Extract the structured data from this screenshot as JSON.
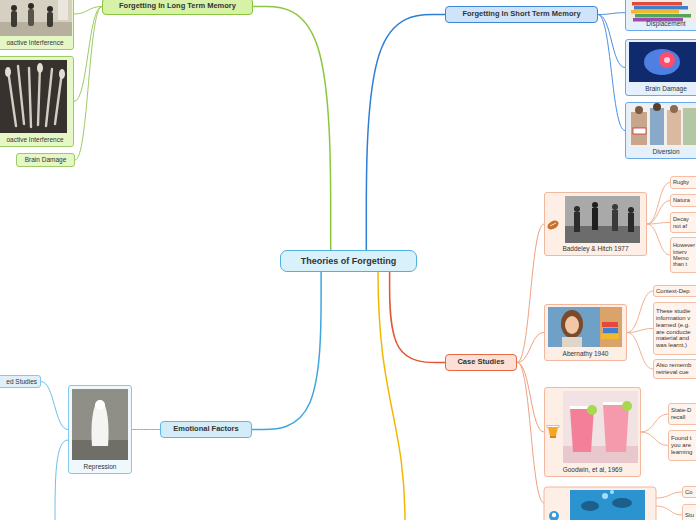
{
  "diagram": {
    "nodes": [
      {
        "text": [
          "Forgetting In Long Term Memory"
        ]
      },
      {
        "text": [
          "oactive Interference"
        ]
      },
      {
        "text": [
          "oactive Interference"
        ]
      },
      {
        "text": [
          "Brain Damage"
        ]
      },
      {
        "text": [
          "Forgetting In Short Term Memory"
        ]
      },
      {
        "text": [
          "Displacement"
        ]
      },
      {
        "text": [
          "Brain Damage"
        ]
      },
      {
        "text": [
          "Diversion"
        ]
      },
      {
        "text": [
          "Theories of Forgetting"
        ]
      },
      {
        "text": [
          "Baddeley & Hitch 1977"
        ]
      },
      {
        "text": [
          "Rugby"
        ]
      },
      {
        "text": [
          "Natura"
        ]
      },
      {
        "text": [
          "Decay not af"
        ]
      },
      {
        "text": [
          "However interv Memo than t"
        ]
      },
      {
        "text": [
          "Context-Dep"
        ]
      },
      {
        "text": [
          "These studie information v learned (e.g. are conducte material and was learnt.)"
        ]
      },
      {
        "text": [
          "Abernathy 1940"
        ]
      },
      {
        "text": [
          "Also rememb retrieval cue"
        ]
      },
      {
        "text": [
          "Case Studies"
        ]
      },
      {
        "text": [
          "ed Studies"
        ]
      },
      {
        "text": [
          "Repression"
        ]
      },
      {
        "text": [
          "Emotional Factors"
        ]
      },
      {
        "text": [
          "State-D recall"
        ]
      },
      {
        "text": [
          "Goodwin, et al, 1969"
        ]
      },
      {
        "text": [
          "Found t you are learning"
        ]
      },
      {
        "text": [
          "Co"
        ]
      },
      {
        "text": [
          "Stu"
        ]
      }
    ],
    "edges": [
      {
        "from": 8,
        "to": 0,
        "arrow": "none"
      },
      {
        "from": 8,
        "to": 4,
        "arrow": "none"
      },
      {
        "from": 8,
        "to": 18,
        "arrow": "none"
      },
      {
        "from": 8,
        "to": 21,
        "arrow": "none"
      },
      {
        "from": 0,
        "to": 1,
        "arrow": "none"
      },
      {
        "from": 0,
        "to": 2,
        "arrow": "none"
      },
      {
        "from": 0,
        "to": 3,
        "arrow": "none"
      },
      {
        "from": 4,
        "to": 5,
        "arrow": "none"
      },
      {
        "from": 4,
        "to": 6,
        "arrow": "none"
      },
      {
        "from": 4,
        "to": 7,
        "arrow": "none"
      },
      {
        "from": 18,
        "to": 9,
        "arrow": "none"
      },
      {
        "from": 18,
        "to": 16,
        "arrow": "none"
      },
      {
        "from": 18,
        "to": 23,
        "arrow": "none"
      },
      {
        "from": 9,
        "to": 10,
        "arrow": "none"
      },
      {
        "from": 9,
        "to": 11,
        "arrow": "none"
      },
      {
        "from": 9,
        "to": 12,
        "arrow": "none"
      },
      {
        "from": 9,
        "to": 13,
        "arrow": "none"
      },
      {
        "from": 16,
        "to": 14,
        "arrow": "none"
      },
      {
        "from": 16,
        "to": 15,
        "arrow": "none"
      },
      {
        "from": 16,
        "to": 17,
        "arrow": "none"
      },
      {
        "from": 23,
        "to": 22,
        "arrow": "none"
      },
      {
        "from": 23,
        "to": 24,
        "arrow": "none"
      },
      {
        "from": 21,
        "to": 20,
        "arrow": "none"
      },
      {
        "from": 20,
        "to": 19,
        "arrow": "none"
      }
    ]
  }
}
